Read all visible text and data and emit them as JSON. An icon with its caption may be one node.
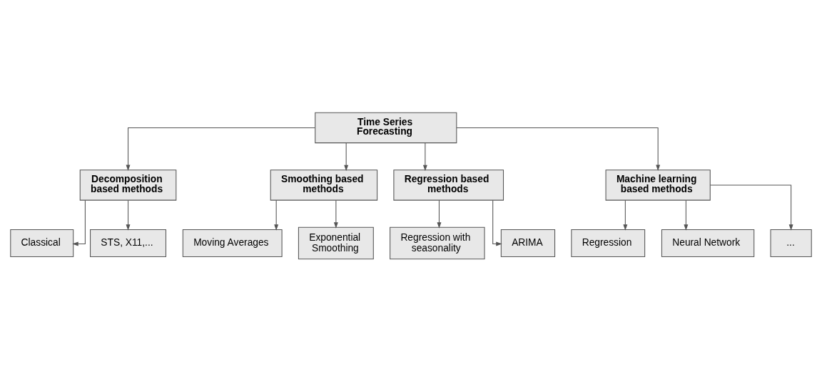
{
  "diagram": {
    "nodes": [
      {
        "text": [
          "Time Series Forecasting"
        ]
      },
      {
        "text": [
          "Decomposition based methods"
        ]
      },
      {
        "text": [
          "Smoothing based methods"
        ]
      },
      {
        "text": [
          "Regression based methods"
        ]
      },
      {
        "text": [
          "Machine learning based methods"
        ]
      },
      {
        "text": [
          "Classical"
        ]
      },
      {
        "text": [
          "STS, X11,..."
        ]
      },
      {
        "text": [
          "Moving Averages"
        ]
      },
      {
        "text": [
          "Exponential Smoothing"
        ]
      },
      {
        "text": [
          "Regression with seasonality"
        ]
      },
      {
        "text": [
          "ARIMA"
        ]
      },
      {
        "text": [
          "Regression"
        ]
      },
      {
        "text": [
          "Neural Network"
        ]
      },
      {
        "text": [
          "..."
        ]
      }
    ],
    "edges": [
      {
        "from": 0,
        "to": 1,
        "arrow": "to"
      },
      {
        "from": 0,
        "to": 2,
        "arrow": "to"
      },
      {
        "from": 0,
        "to": 3,
        "arrow": "to"
      },
      {
        "from": 0,
        "to": 4,
        "arrow": "to"
      },
      {
        "from": 1,
        "to": 5,
        "arrow": "to"
      },
      {
        "from": 1,
        "to": 6,
        "arrow": "to"
      },
      {
        "from": 2,
        "to": 7,
        "arrow": "to"
      },
      {
        "from": 2,
        "to": 8,
        "arrow": "to"
      },
      {
        "from": 3,
        "to": 9,
        "arrow": "to"
      },
      {
        "from": 3,
        "to": 10,
        "arrow": "to"
      },
      {
        "from": 4,
        "to": 11,
        "arrow": "to"
      },
      {
        "from": 4,
        "to": 12,
        "arrow": "to"
      },
      {
        "from": 4,
        "to": 13,
        "arrow": "to"
      }
    ]
  }
}
